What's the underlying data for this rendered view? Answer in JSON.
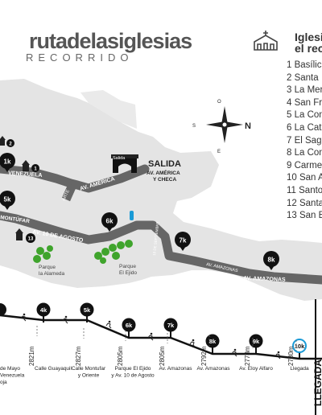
{
  "brand": {
    "title": "rutadelasiglesias",
    "subtitle": "RECORRIDO"
  },
  "legend": {
    "heading_line1": "Iglesi",
    "heading_line2": "el rec",
    "icon": "church-icon",
    "items": [
      "1 Basílic",
      "2 Santa",
      "3 La Mer",
      "4 San Fr",
      "5 La Con",
      "6 La Cat",
      "7 El Sag",
      "8 La Con",
      "9 Carme",
      "10 San A",
      "11 Santo",
      "12 Santa",
      "13 San E"
    ]
  },
  "compass": {
    "n": "N",
    "s": "S",
    "e": "E",
    "o": "O"
  },
  "map": {
    "start_label": "SALIDA",
    "start_sub1": "AV. AMÉRICA",
    "start_sub2": "Y CHECA",
    "start_small": "Salida",
    "streets": {
      "venezuela": "VENEZUELA",
      "america": "AV. AMÉRICA",
      "arte": "ARTE",
      "montufar": "MONTÚFAR",
      "diez_agosto": "AV. 10 DE AGOSTO",
      "septiembre": "18 DE SEPTIEMBRE",
      "amazonas1": "AV. AMAZONAS",
      "amazonas2": "AV. AMAZONAS"
    },
    "parks": {
      "alameda1": "Parque",
      "alameda2": "la Alameda",
      "ejido1": "Parque",
      "ejido2": "El Ejido"
    },
    "km_markers": [
      "1k",
      "5k",
      "6k",
      "7k",
      "8k"
    ],
    "church_numbers": [
      "2",
      "1",
      "13"
    ]
  },
  "profile": {
    "markers": [
      "4k",
      "5k",
      "6k",
      "7k",
      "8k",
      "9k",
      "10k"
    ],
    "elevations": [
      "2821m",
      "2827m",
      "2805m",
      "2805m",
      "2792m",
      "2778m",
      "2780m"
    ],
    "stations": [
      [
        "de Mayo",
        "Venezuela",
        "oja"
      ],
      [
        "Calle Guayaquil"
      ],
      [
        "Calle Montufar",
        "y Oriente"
      ],
      [
        "Parque El Ejido",
        "y Av. 10 de Agosto"
      ],
      [
        "Av. Amazonas"
      ],
      [
        "Av. Amazonas"
      ],
      [
        "Av. Eloy Alfaro"
      ],
      [
        "Llegada"
      ]
    ],
    "finish_label": "LLEGADA"
  }
}
